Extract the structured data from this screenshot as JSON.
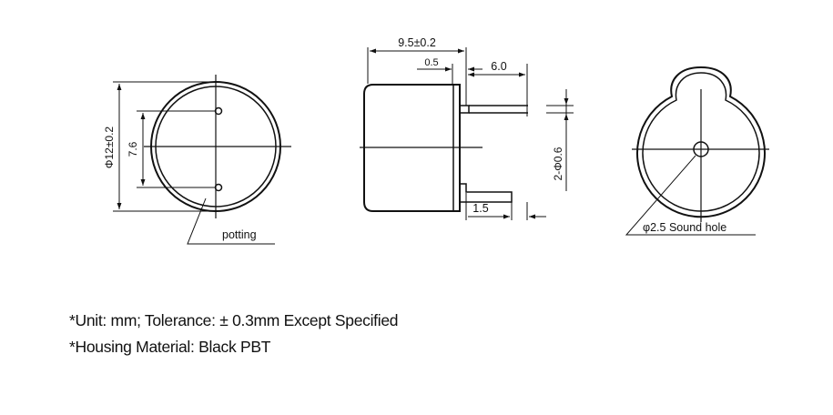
{
  "diagram": {
    "front_view": {
      "diameter_label": "Φ12±0.2",
      "pin_spacing_label": "7.6",
      "callout_label": "potting"
    },
    "side_view": {
      "length_label": "9.5±0.2",
      "offset_label": "0.5",
      "pin_length_label": "6.0",
      "pin_diameter_label": "2-Φ0.6",
      "pin_bend_label": "1.5"
    },
    "back_view": {
      "sound_hole_label": "φ2.5 Sound hole"
    }
  },
  "notes": [
    "*Unit: mm; Tolerance:  ± 0.3mm  Except Specified",
    "*Housing Material: Black PBT"
  ]
}
